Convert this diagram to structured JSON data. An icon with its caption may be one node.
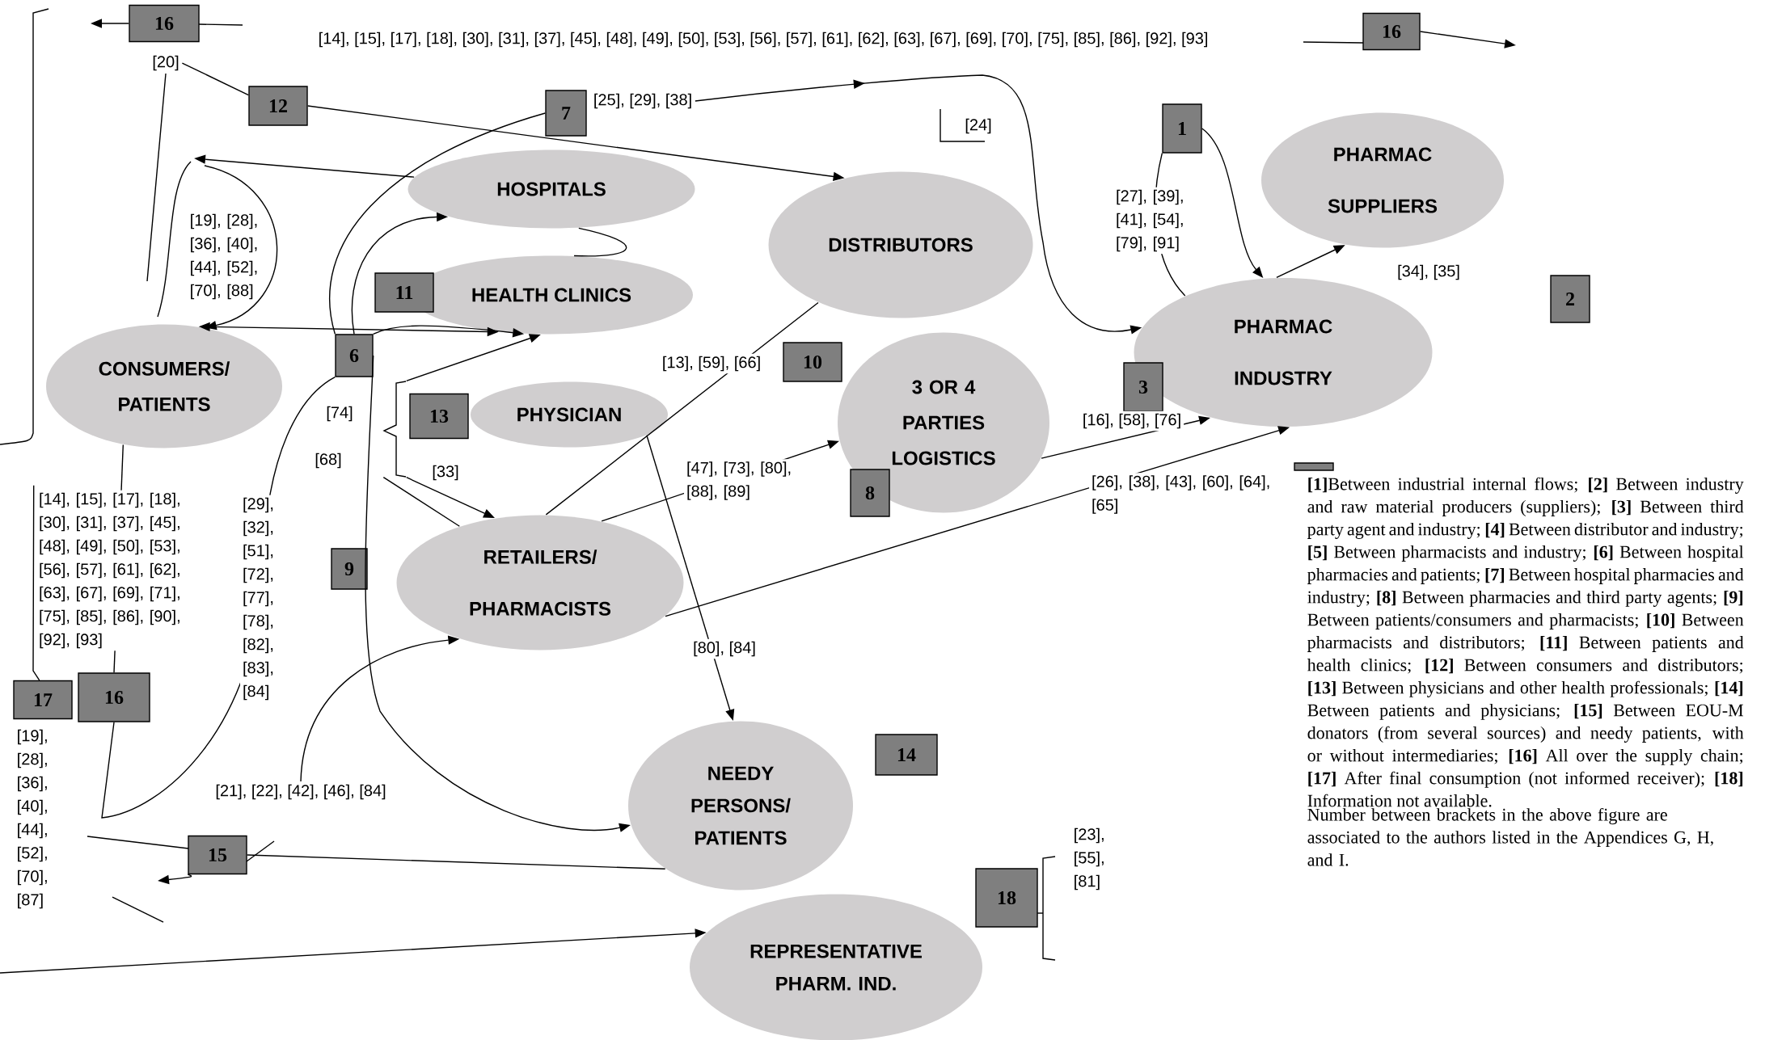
{
  "diagram": {
    "nodes": [
      {
        "text": [
          "16"
        ]
      },
      {
        "text": [
          "16"
        ]
      },
      {
        "text": [
          "12"
        ]
      },
      {
        "text": [
          "7"
        ]
      },
      {
        "text": [
          "1"
        ]
      },
      {
        "text": [
          "HOSPITALS"
        ]
      },
      {
        "text": [
          "PHARMAC SUPPLIERS"
        ]
      },
      {
        "text": [
          "DISTRIBUTORS"
        ]
      },
      {
        "text": [
          "HEALTH CLINICS"
        ]
      },
      {
        "text": [
          "11"
        ]
      },
      {
        "text": [
          "2"
        ]
      },
      {
        "text": [
          "10"
        ]
      },
      {
        "text": [
          "PHARMAC INDUSTRY"
        ]
      },
      {
        "text": [
          "6"
        ]
      },
      {
        "text": [
          "CONSUMERS/ PATIENTS"
        ]
      },
      {
        "text": [
          "3"
        ]
      },
      {
        "text": [
          "PHYSICIAN"
        ]
      },
      {
        "text": [
          "13"
        ]
      },
      {
        "text": [
          "3 OR 4 PARTIES LOGISTICS"
        ]
      },
      {
        "text": [
          "8"
        ]
      },
      {
        "text": [
          "9"
        ]
      },
      {
        "text": [
          "RETAILERS/ PHARMACISTS"
        ]
      },
      {
        "text": [
          "17"
        ]
      },
      {
        "text": [
          "16"
        ]
      },
      {
        "text": [
          "14"
        ]
      },
      {
        "text": [
          "NEEDY PERSONS/ PATIENTS"
        ]
      },
      {
        "text": [
          "15"
        ]
      },
      {
        "text": [
          "18"
        ]
      },
      {
        "text": [
          "REPRESENTATIVE PHARM. IND."
        ]
      },
      {
        "text": [
          "[25], [29], [38]"
        ]
      },
      {
        "text": [],
        "shape": "brace"
      },
      {
        "text": [
          "[20]"
        ]
      },
      {
        "text": [],
        "shape": "brace"
      },
      {
        "text": [
          "[21], [22], [42], [46], [84]"
        ]
      }
    ],
    "edges": [
      {
        "from": 0,
        "to": null,
        "arrow": "to"
      },
      {
        "from": 1,
        "to": null,
        "arrow": "to"
      },
      {
        "from": 2,
        "to": 7,
        "arrow": "to"
      },
      {
        "from": 3,
        "to": 13,
        "arrow": "none"
      },
      {
        "from": 5,
        "to": null,
        "arrow": "to"
      },
      {
        "from": null,
        "to": 14,
        "arrow": "to"
      },
      {
        "from": 14,
        "to": 8,
        "arrow": "both"
      },
      {
        "from": 13,
        "to": 5,
        "arrow": "to"
      },
      {
        "from": 13,
        "to": 8,
        "arrow": "to"
      },
      {
        "from": 5,
        "to": 8,
        "arrow": "none"
      },
      {
        "from": 29,
        "to": 12,
        "arrow": "to"
      },
      {
        "from": 4,
        "to": 12,
        "arrow": "to"
      },
      {
        "from": 12,
        "to": 6,
        "arrow": "to"
      },
      {
        "from": 18,
        "to": 12,
        "arrow": "to",
        "label": "[16], [58], [76]"
      },
      {
        "from": 21,
        "to": 12,
        "arrow": "to",
        "label": "[26], [38], [43], [60], [64], [65]"
      },
      {
        "from": 21,
        "to": 18,
        "arrow": "to",
        "label": "[47], [73], [80], [88], [89]"
      },
      {
        "from": 16,
        "to": 25,
        "arrow": "to",
        "label": "[80], [84]"
      },
      {
        "from": 32,
        "to": 8,
        "arrow": "to"
      },
      {
        "from": 32,
        "to": 21,
        "arrow": "to"
      },
      {
        "from": 13,
        "to": 25,
        "arrow": "to"
      },
      {
        "from": 33,
        "to": 21,
        "arrow": "to"
      },
      {
        "from": 25,
        "to": 26,
        "arrow": "none"
      },
      {
        "from": 26,
        "to": null,
        "arrow": "to"
      },
      {
        "from": null,
        "to": 28,
        "arrow": "to"
      },
      {
        "from": 31,
        "to": 2,
        "arrow": "none"
      },
      {
        "from": 31,
        "to": null,
        "arrow": "none"
      },
      {
        "from": 21,
        "to": 7,
        "arrow": "none",
        "label": "[13], [59], [66]"
      },
      {
        "from": 4,
        "to": 12,
        "arrow": "none",
        "label": "[27], [39], [41], [54], [79], [91]"
      },
      {
        "from": 13,
        "to": 23,
        "arrow": "none",
        "label": "[29], [32], [51], [72], [77], [78], [82], [83], [84]"
      },
      {
        "from": 14,
        "to": 23,
        "arrow": "none",
        "label": "[14], [15], [17], [18], [30], [31], [37], [45], [48], [49], [50], [53], [56], [57], [61], [62], [63], [67], [69], [71], [75], [85], [86], [90], [92], [93]"
      },
      {
        "from": 30,
        "to": 22,
        "arrow": "none"
      },
      {
        "from": 32,
        "to": 21,
        "arrow": "none"
      }
    ],
    "labels": [
      "[14], [15], [17], [18], [30], [31], [37], [45], [48], [49], [50], [53], [56], [57], [61], [62], [63], [67], [69], [70], [75], [85], [86], [92], [93]",
      "[24]",
      "[34], [35]",
      "[19], [28], [36], [40], [44], [52], [70], [88]",
      "[74]",
      "[68]",
      "[33]",
      "[19], [28], [36], [40], [44], [52], [70], [87]",
      "[23], [55], [81]",
      "**[1]**Between industrial internal flows; **[2]** Between industry and raw material producers (suppliers); **[3]** Between third party agent and industry; **[4]** Between distributor and industry; **[5]** Between pharmacists and industry; **[6]** Between hospital pharmacies and patients; **[7]** Between hospital pharmacies and industry; **[8]** Between pharmacies and third party agents; **[9]** Between patients/consumers and pharmacists; **[10]** Between pharmacists and distributors; **[11]** Between patients and health clinics; **[12]** Between consumers and distributors; **[13]** Between physicians and other health professionals; **[14]** Between patients and physicians; **[15]** Between EOU-M donators (from several sources) and needy patients, with or without intermediaries; **[16]** All over the supply chain; **[17]** After final consumption (not informed receiver); **[18]** Information not available.",
      "Number between brackets in the above figure are associated to the authors listed in the Appendices G, H, and I."
    ]
  }
}
